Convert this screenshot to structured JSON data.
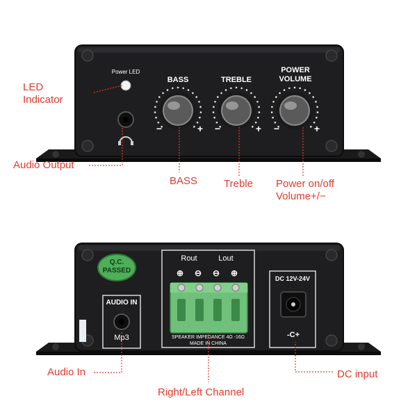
{
  "front": {
    "power_led_label": "Power LED",
    "knobs": {
      "bass": "BASS",
      "treble": "TREBLE",
      "power_volume_line1": "POWER",
      "power_volume_line2": "VOLUME",
      "minus": "−",
      "plus": "+"
    }
  },
  "rear": {
    "qc_line1": "Q.C.",
    "qc_line2": "PASSED",
    "audio_in_label": "AUDIO IN",
    "mp3_label": "Mp3",
    "rout_label": "Rout",
    "lout_label": "Lout",
    "terminal_symbols": [
      "⊕",
      "⊖",
      "⊖",
      "⊕"
    ],
    "impedance_text": "SPEAKER IMPEDANCE 4Ω -16Ω",
    "made_in_text": "MADE IN CHINA",
    "dc_label": "DC 12V-24V",
    "dc_polarity": "-C+"
  },
  "callouts": {
    "led_indicator": "LED\nIndicator",
    "audio_output": "Audio Output",
    "bass": "BASS",
    "treble": "Treble",
    "power": "Power on/off\nVolume+/−",
    "audio_in": "Audio In",
    "channel": "Right/Left Channel",
    "dc_input": "DC input"
  },
  "colors": {
    "callout": "#e23a2e",
    "panel": "#1c1c1e",
    "terminal": "#6fc07a",
    "qc_sticker": "#4fae5a"
  }
}
